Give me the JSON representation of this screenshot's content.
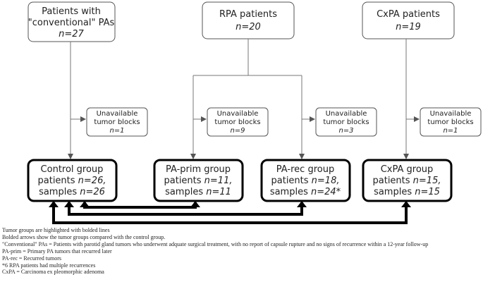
{
  "top_boxes": {
    "conventional": {
      "line1": "Patients with",
      "line2": "\"conventional\" PAs",
      "n": "n=27"
    },
    "rpa": {
      "line1": "RPA patients",
      "n": "n=20"
    },
    "cxpa": {
      "line1": "CxPA patients",
      "n": "n=19"
    }
  },
  "unavailable": [
    {
      "line1": "Unavailable",
      "line2": "tumor blocks",
      "n": "n=1"
    },
    {
      "line1": "Unavailable",
      "line2": "tumor blocks",
      "n": "n=9"
    },
    {
      "line1": "Unavailable",
      "line2": "tumor blocks",
      "n": "n=3"
    },
    {
      "line1": "Unavailable",
      "line2": "tumor blocks",
      "n": "n=1"
    }
  ],
  "groups": [
    {
      "title": "Control group",
      "patients": "patients ",
      "patients_n": "n=26,",
      "samples": "samples ",
      "samples_n": "n=26"
    },
    {
      "title": "PA-prim group",
      "patients": "patients ",
      "patients_n": "n=11,",
      "samples": "samples ",
      "samples_n": "n=11"
    },
    {
      "title": "PA-rec group",
      "patients": "patients ",
      "patients_n": "n=18,",
      "samples": "samples ",
      "samples_n": "n=24*"
    },
    {
      "title": "CxPA group",
      "patients": "patients ",
      "patients_n": "n=15,",
      "samples": "samples ",
      "samples_n": "n=15"
    }
  ],
  "notes": [
    "Tumor groups are highlighted with bolded lines",
    "Bolded arrows show the tumor groups compared with the control group.",
    "\"Conventional\" PAs = Patients with parotid gland tumors who underwent adquate surgical treatment, with no report of capsule rupture and no signs of recurrence within a 12-year follow-up",
    "PA-prim = Primary PA tumors that recurred later",
    "PA-rec = Recurred tumors",
    "*6 RPA patients had multiple recurrences",
    "CxPA = Carcinoma ex pleomorphic adenoma"
  ]
}
